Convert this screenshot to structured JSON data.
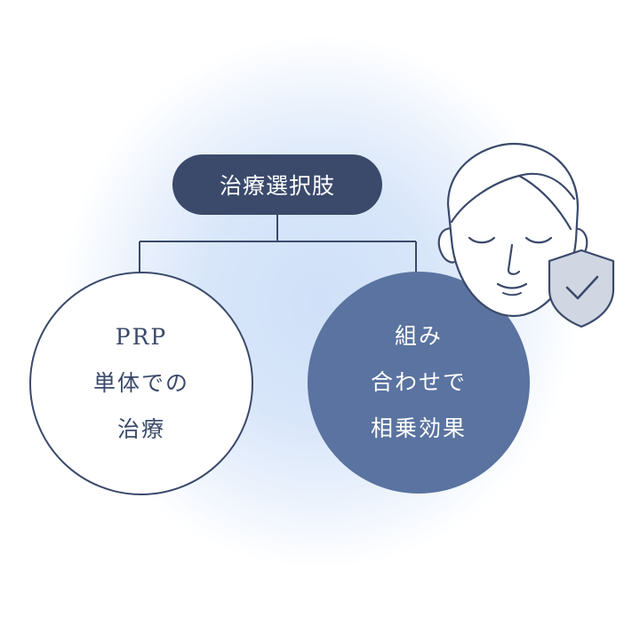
{
  "root": {
    "label": "治療選択肢"
  },
  "options": [
    {
      "lines": [
        "PRP",
        "単体での",
        "治療"
      ]
    },
    {
      "lines": [
        "組み",
        "合わせで",
        "相乗効果"
      ]
    }
  ],
  "icons": {
    "face": "face-icon",
    "shield": "shield-check-icon"
  },
  "colors": {
    "navy": "#3b4a6b",
    "blue": "#5a73a0",
    "glow": "#d8e6fa",
    "shield": "#d0d6e2"
  }
}
